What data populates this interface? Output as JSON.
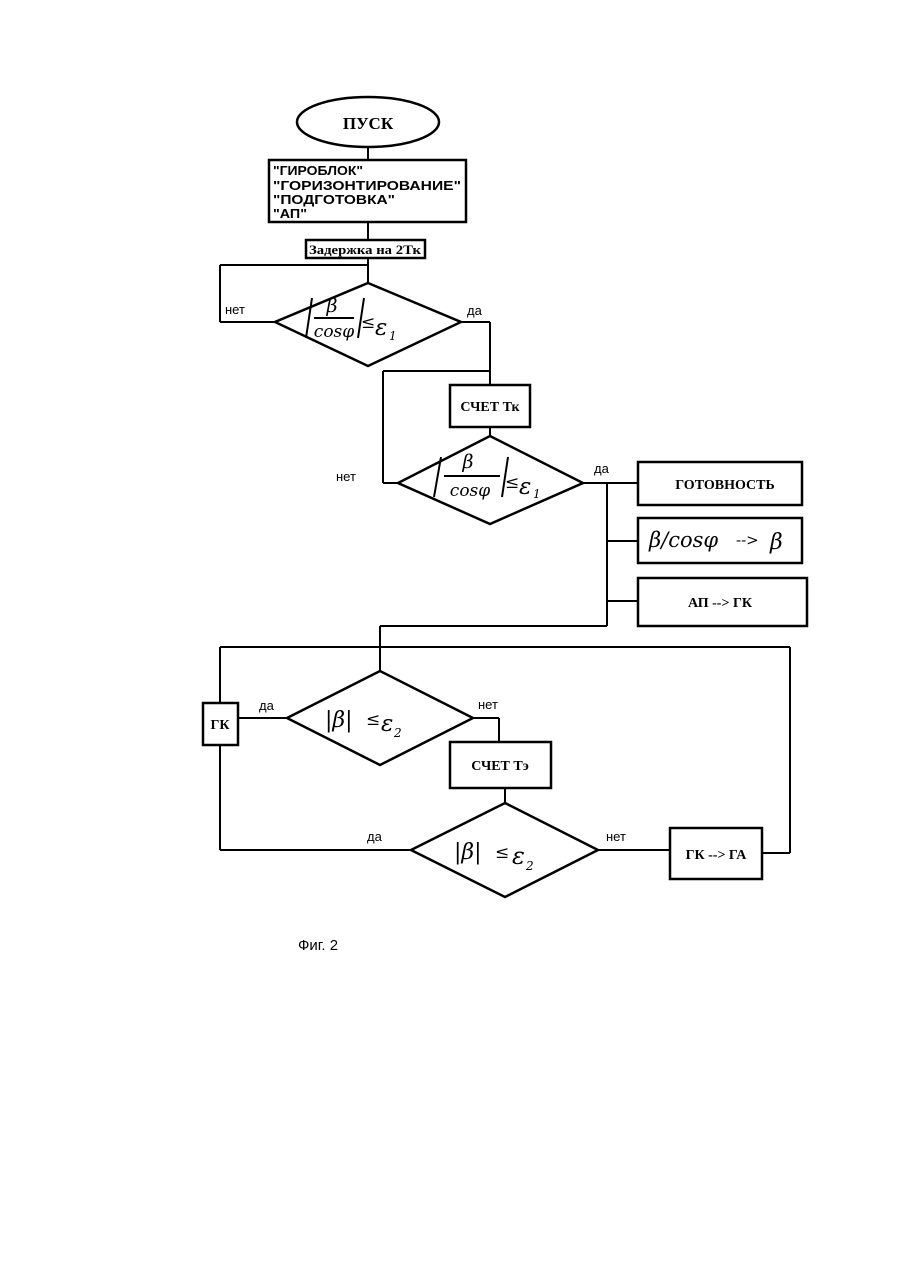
{
  "start": "ПУСК",
  "init_lines": [
    "\"ГИРОБЛОК\"",
    "\"ГОРИЗОНТИРОВАНИЕ\"",
    "\"ПОДГОТОВКА\"",
    "\"АП\""
  ],
  "delay": "Задержка на 2Тк",
  "cond1": {
    "numerator": "β",
    "denominator": "cosφ",
    "rel": "≤",
    "eps": "ε",
    "eps_sub": "1"
  },
  "cond3": {
    "lhs": "|β|",
    "rel": "≤",
    "eps": "ε",
    "eps_sub": "2"
  },
  "count_tk": "СЧЕТ Тк",
  "count_tz": "СЧЕТ Тэ",
  "ready": "ГОТОВНОСТЬ",
  "assign": {
    "lhs": "β/cosφ",
    "arrow": "-->",
    "rhs": "β"
  },
  "ap_gk": "АП --> ГК",
  "gk": "ГК",
  "gk_ga": "ГК --> ГА",
  "yes": "да",
  "no": "нет",
  "caption": "Фиг. 2"
}
